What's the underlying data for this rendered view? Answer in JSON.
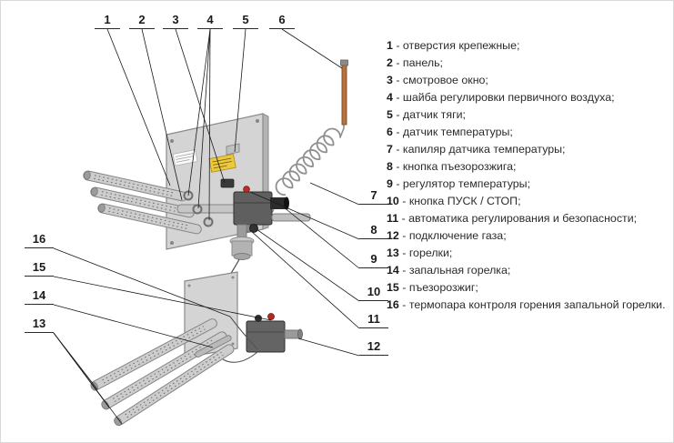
{
  "legend": {
    "sep": " - ",
    "items": [
      {
        "num": "1",
        "text": "отверстия крепежные;"
      },
      {
        "num": "2",
        "text": "панель;"
      },
      {
        "num": "3",
        "text": "смотровое окно;"
      },
      {
        "num": "4",
        "text": "шайба регулировки первичного воздуха;"
      },
      {
        "num": "5",
        "text": "датчик тяги;"
      },
      {
        "num": "6",
        "text": "датчик температуры;"
      },
      {
        "num": "7",
        "text": "капиляр датчика температуры;"
      },
      {
        "num": "8",
        "text": "кнопка пъезорозжига;"
      },
      {
        "num": "9",
        "text": "регулятор температуры;"
      },
      {
        "num": "10",
        "text": "кнопка ПУСК / СТОП;"
      },
      {
        "num": "11",
        "text": "автоматика регулирования и безопасности;"
      },
      {
        "num": "12",
        "text": "подключение газа;"
      },
      {
        "num": "13",
        "text": "горелки;"
      },
      {
        "num": "14",
        "text": "запальная горелка;"
      },
      {
        "num": "15",
        "text": "пъезорозжиг;"
      },
      {
        "num": "16",
        "text": "термопара контроля горения запальной горелки."
      }
    ]
  }
}
